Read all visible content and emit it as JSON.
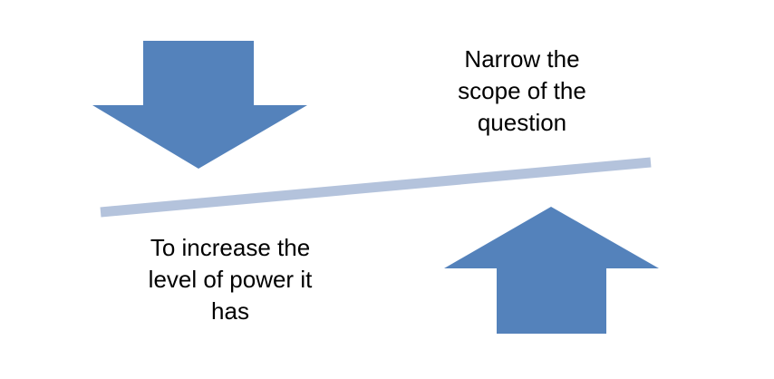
{
  "diagram": {
    "top_label": {
      "lines": [
        "Narrow the",
        "scope of the",
        "question"
      ]
    },
    "bottom_label": {
      "lines": [
        "To increase the",
        "level of power it",
        "has"
      ]
    }
  },
  "colors": {
    "background": "#ffffff",
    "arrow_fill": "#5482bb",
    "balance_bar": "#b4c3dc",
    "text": "#000000"
  },
  "icons": {
    "down_arrow": "down-arrow-icon",
    "up_arrow": "up-arrow-icon"
  }
}
